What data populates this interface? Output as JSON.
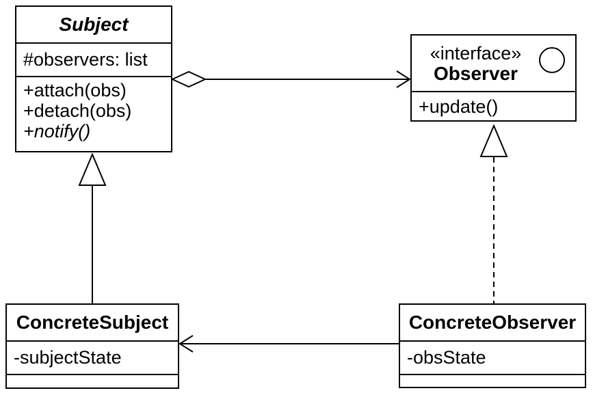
{
  "diagram": {
    "kind": "uml-class-diagram",
    "pattern": "Observer",
    "colors": {
      "stroke": "#000000",
      "fill": "#ffffff",
      "background": "#ffffff"
    },
    "classes": [
      {
        "id": "subject",
        "name": "Subject",
        "name_style": "bold-italic-abstract",
        "stereotype": "",
        "attributes": [
          "#observers: list"
        ],
        "methods": [
          {
            "text": "+attach(obs)",
            "italic": false
          },
          {
            "text": "+detach(obs)",
            "italic": false
          },
          {
            "text": "+notify()",
            "italic": true
          }
        ]
      },
      {
        "id": "observer",
        "name": "Observer",
        "name_style": "bold",
        "stereotype": "«interface»",
        "icon": "interface-circle-icon",
        "attributes": [],
        "methods": [
          {
            "text": "+update()",
            "italic": false
          }
        ]
      },
      {
        "id": "concrete-subject",
        "name": "ConcreteSubject",
        "name_style": "bold",
        "stereotype": "",
        "attributes": [
          "-subjectState"
        ],
        "methods": []
      },
      {
        "id": "concrete-observer",
        "name": "ConcreteObserver",
        "name_style": "bold",
        "stereotype": "",
        "attributes": [
          "-obsState"
        ],
        "methods": []
      }
    ],
    "relationships": [
      {
        "from": "Subject",
        "to": "Observer",
        "type": "aggregation",
        "line": "solid",
        "marker_start": "hollow-diamond",
        "marker_end": "open-arrow"
      },
      {
        "from": "ConcreteSubject",
        "to": "Subject",
        "type": "generalization",
        "line": "solid",
        "marker_end": "hollow-triangle"
      },
      {
        "from": "ConcreteObserver",
        "to": "Observer",
        "type": "realization",
        "line": "dashed",
        "marker_end": "hollow-triangle"
      },
      {
        "from": "ConcreteObserver",
        "to": "ConcreteSubject",
        "type": "association",
        "line": "solid",
        "marker_end": "open-arrow"
      }
    ]
  }
}
